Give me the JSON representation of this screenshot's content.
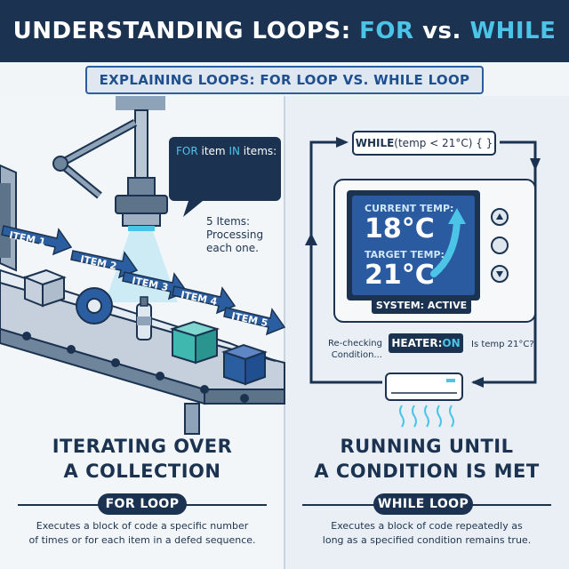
{
  "header": {
    "title_part1": "UNDERSTANDING LOOPS: ",
    "title_for": "FOR",
    "title_vs": " vs. ",
    "title_while": "WHILE"
  },
  "subtitle": "EXPLAINING LOOPS: FOR LOOP VS. WHILE LOOP",
  "for_panel": {
    "code_kw_for": "FOR",
    "code_item": " item ",
    "code_kw_in": "IN",
    "code_items": " items:",
    "items_note_line1": "5 Items:",
    "items_note_line2": "Processing",
    "items_note_line3": "each one.",
    "item_labels": [
      "ITEM 1",
      "ITEM 2",
      "ITEM 3",
      "ITEM 4",
      "ITEM 5"
    ],
    "title_line1": "ITERATING OVER",
    "title_line2": "A COLLECTION",
    "badge": "FOR LOOP",
    "desc_line1": "Executes a block of code a specific number",
    "desc_line2": "of times or for each item in a defed sequence."
  },
  "while_panel": {
    "code_kw_while": "WHILE",
    "code_condition": " (temp < 21°C) { }",
    "current_label": "CURRENT TEMP:",
    "current_value": "18°C",
    "target_label": "TARGET TEMP:",
    "target_value": "21°C",
    "status": "SYSTEM: ACTIVE",
    "heater_label": "HEATER: ",
    "heater_state": "ON",
    "recheck_line1": "Re-checking",
    "recheck_line2": "Condition...",
    "question": "Is temp 21°C?",
    "title_line1": "RUNNING UNTIL",
    "title_line2": "A CONDITION IS MET",
    "badge": "WHILE LOOP",
    "desc_line1": "Executes a block of code repeatedly as",
    "desc_line2": "long as a specified condition remains true."
  },
  "colors": {
    "navy": "#1b3350",
    "accent_cyan": "#4bc4e8",
    "accent_blue": "#2b5ea0",
    "teal_box": "#3fb8b0"
  }
}
